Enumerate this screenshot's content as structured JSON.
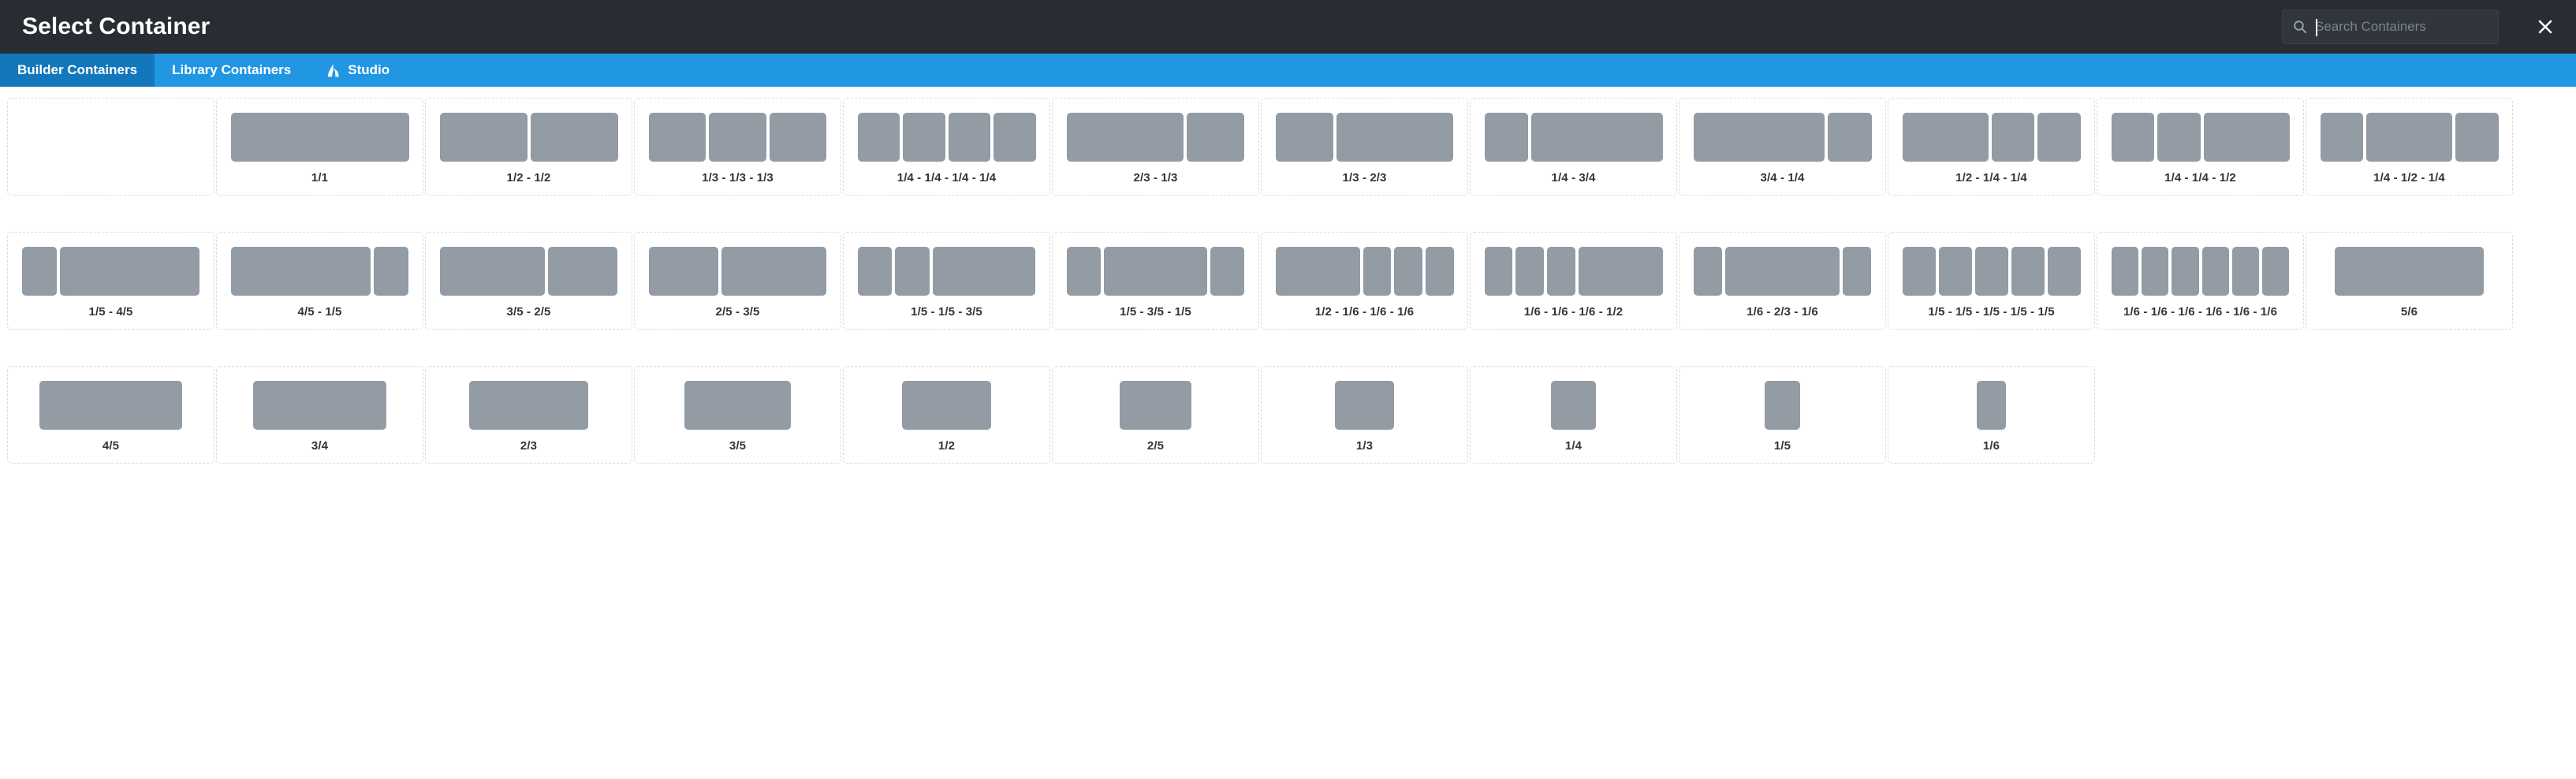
{
  "header": {
    "title": "Select Container",
    "search": {
      "placeholder": "Search Containers",
      "value": "",
      "icon": "search-icon"
    },
    "close_icon": "close-icon",
    "background_color": "#282d33"
  },
  "tabs": {
    "accent_color": "#2196e3",
    "active_color": "#1377bc",
    "items": [
      {
        "label": "Builder Containers",
        "active": true,
        "icon": null
      },
      {
        "label": "Library Containers",
        "active": false,
        "icon": null
      },
      {
        "label": "Studio",
        "active": false,
        "icon": "studio-logo-icon"
      }
    ]
  },
  "grid": {
    "block_color": "#939ba5",
    "card_border_color": "#d8dce0",
    "cards": [
      {
        "label": "",
        "blocks": []
      },
      {
        "label": "1/1",
        "blocks": [
          1
        ]
      },
      {
        "label": "1/2 - 1/2",
        "blocks": [
          0.5,
          0.5
        ]
      },
      {
        "label": "1/3 - 1/3 - 1/3",
        "blocks": [
          0.3333,
          0.3333,
          0.3333
        ]
      },
      {
        "label": "1/4 - 1/4 - 1/4 - 1/4",
        "blocks": [
          0.25,
          0.25,
          0.25,
          0.25
        ]
      },
      {
        "label": "2/3 - 1/3",
        "blocks": [
          0.6667,
          0.3333
        ]
      },
      {
        "label": "1/3 - 2/3",
        "blocks": [
          0.3333,
          0.6667
        ]
      },
      {
        "label": "1/4 - 3/4",
        "blocks": [
          0.25,
          0.75
        ]
      },
      {
        "label": "3/4 - 1/4",
        "blocks": [
          0.75,
          0.25
        ]
      },
      {
        "label": "1/2 - 1/4 - 1/4",
        "blocks": [
          0.5,
          0.25,
          0.25
        ]
      },
      {
        "label": "1/4 - 1/4 - 1/2",
        "blocks": [
          0.25,
          0.25,
          0.5
        ]
      },
      {
        "label": "1/4 - 1/2 - 1/4",
        "blocks": [
          0.25,
          0.5,
          0.25
        ]
      },
      {
        "label": "1/5 - 4/5",
        "blocks": [
          0.2,
          0.8
        ]
      },
      {
        "label": "4/5 - 1/5",
        "blocks": [
          0.8,
          0.2
        ]
      },
      {
        "label": "3/5 - 2/5",
        "blocks": [
          0.6,
          0.4
        ]
      },
      {
        "label": "2/5 - 3/5",
        "blocks": [
          0.4,
          0.6
        ]
      },
      {
        "label": "1/5 - 1/5 - 3/5",
        "blocks": [
          0.2,
          0.2,
          0.6
        ]
      },
      {
        "label": "1/5 - 3/5 - 1/5",
        "blocks": [
          0.2,
          0.6,
          0.2
        ]
      },
      {
        "label": "1/2 - 1/6 - 1/6 - 1/6",
        "blocks": [
          0.5,
          0.1667,
          0.1667,
          0.1667
        ]
      },
      {
        "label": "1/6 - 1/6 - 1/6 - 1/2",
        "blocks": [
          0.1667,
          0.1667,
          0.1667,
          0.5
        ]
      },
      {
        "label": "1/6 - 2/3 - 1/6",
        "blocks": [
          0.1667,
          0.6667,
          0.1667
        ]
      },
      {
        "label": "1/5 - 1/5 - 1/5 - 1/5 - 1/5",
        "blocks": [
          0.2,
          0.2,
          0.2,
          0.2,
          0.2
        ]
      },
      {
        "label": "1/6 - 1/6 - 1/6 - 1/6 - 1/6 - 1/6",
        "blocks": [
          0.1667,
          0.1667,
          0.1667,
          0.1667,
          0.1667,
          0.1667
        ]
      },
      {
        "label": "5/6",
        "blocks": [
          0.8333
        ]
      },
      {
        "label": "4/5",
        "blocks": [
          0.8
        ]
      },
      {
        "label": "3/4",
        "blocks": [
          0.75
        ]
      },
      {
        "label": "2/3",
        "blocks": [
          0.6667
        ]
      },
      {
        "label": "3/5",
        "blocks": [
          0.6
        ]
      },
      {
        "label": "1/2",
        "blocks": [
          0.5
        ]
      },
      {
        "label": "2/5",
        "blocks": [
          0.4
        ]
      },
      {
        "label": "1/3",
        "blocks": [
          0.3333
        ]
      },
      {
        "label": "1/4",
        "blocks": [
          0.25
        ]
      },
      {
        "label": "1/5",
        "blocks": [
          0.2
        ]
      },
      {
        "label": "1/6",
        "blocks": [
          0.1667
        ]
      }
    ]
  }
}
